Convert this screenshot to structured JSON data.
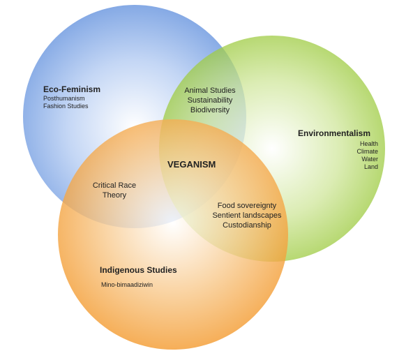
{
  "diagram": {
    "circles": {
      "ecofeminism": {
        "title": "Eco-Feminism",
        "items": [
          "Posthumanism",
          "Fashion Studies"
        ],
        "color": "#7fa6e6"
      },
      "environmentalism": {
        "title": "Environmentalism",
        "items": [
          "Health",
          "Climate",
          "Water",
          "Land"
        ],
        "color": "#9ccc3c"
      },
      "indigenous": {
        "title": "Indigenous Studies",
        "items": [
          "Mino-bimaadiziwin"
        ],
        "color": "#f5a33a"
      }
    },
    "overlaps": {
      "ecofem_env": [
        "Animal Studies",
        "Sustainability",
        "Biodiversity"
      ],
      "ecofem_indig": [
        "Critical Race",
        "Theory"
      ],
      "env_indig": [
        "Food sovereignty",
        "Sentient landscapes",
        "Custodianship"
      ]
    },
    "center": "VEGANISM"
  }
}
